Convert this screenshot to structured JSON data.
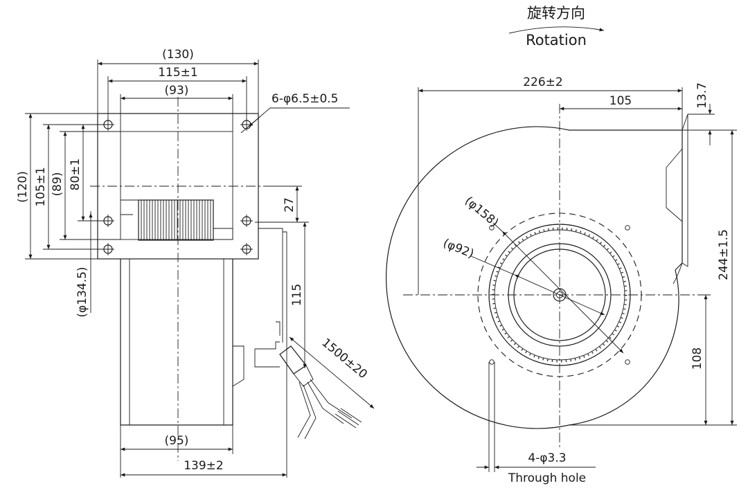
{
  "rotation": {
    "cn": "旋转方向",
    "en": "Rotation"
  },
  "side_view": {
    "dim_130": "(130)",
    "dim_115": "115±1",
    "dim_93": "(93)",
    "dim_holes": "6-φ6.5±0.5",
    "dim_120": "(120)",
    "dim_105": "105±1",
    "dim_89": "(89)",
    "dim_80": "80±1",
    "dim_27": "27",
    "dim_134_5": "(φ134.5)",
    "dim_115_lead": "115",
    "dim_cable": "1500±20",
    "dim_95": "(95)",
    "dim_139": "139±2"
  },
  "front_view": {
    "dim_226": "226±2",
    "dim_105": "105",
    "dim_13_7": "13.7",
    "dim_158": "(φ158)",
    "dim_92": "(φ92)",
    "dim_244": "244±1.5",
    "dim_108": "108",
    "dim_holes": "4-φ3.3",
    "through_hole": "Through hole"
  },
  "colors": {
    "line": "#1a1a1a",
    "background": "#ffffff"
  }
}
